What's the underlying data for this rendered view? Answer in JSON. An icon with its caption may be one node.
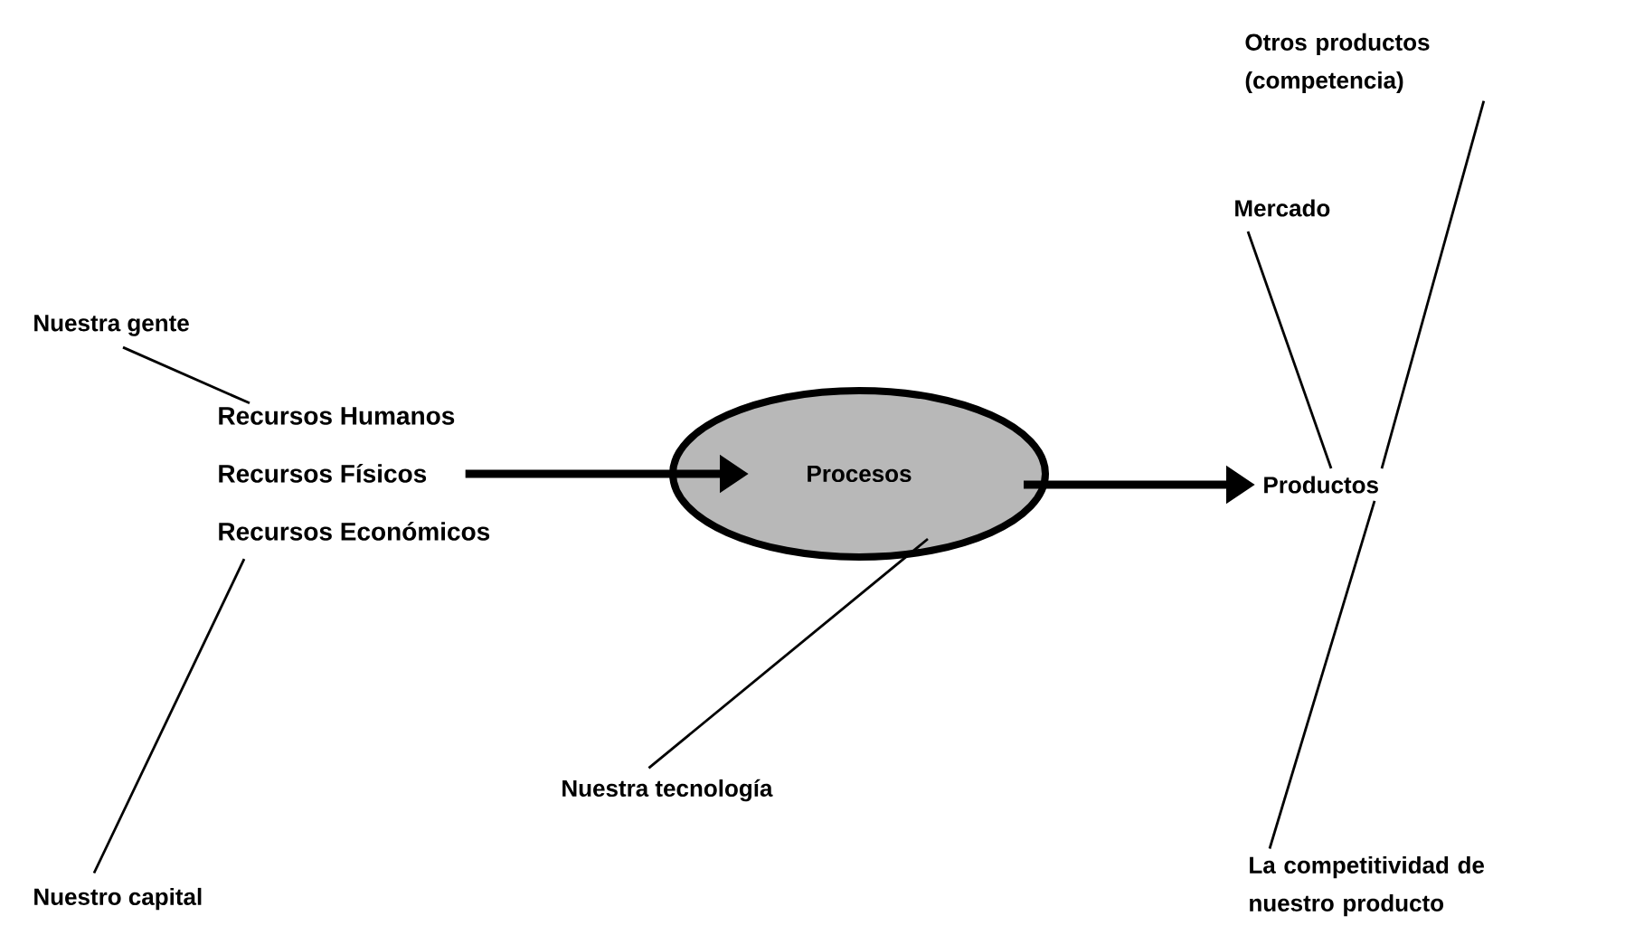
{
  "diagram": {
    "nodes": [
      {
        "text": [
          "Nuestra gente"
        ]
      },
      {
        "text": [
          "Recursos Humanos",
          "Recursos Físicos",
          "Recursos Económicos"
        ]
      },
      {
        "text": [
          "Nuestro capital"
        ]
      },
      {
        "text": [
          "Procesos"
        ]
      },
      {
        "text": [
          "Nuestra tecnología"
        ]
      },
      {
        "text": [
          "Productos"
        ]
      },
      {
        "text": [
          "Otros productos (competencia)"
        ]
      },
      {
        "text": [
          "Mercado"
        ]
      },
      {
        "text": [
          "La competitividad de nuestro producto"
        ]
      }
    ],
    "edges": [
      {
        "from": 0,
        "to": 1,
        "arrow": "none"
      },
      {
        "from": 2,
        "to": 1,
        "arrow": "none"
      },
      {
        "from": 1,
        "to": 3,
        "arrow": "to",
        "style": "thick"
      },
      {
        "from": 3,
        "to": 5,
        "arrow": "to",
        "style": "thick"
      },
      {
        "from": 4,
        "to": 3,
        "arrow": "none"
      },
      {
        "from": 7,
        "to": 5,
        "arrow": "none"
      },
      {
        "from": 6,
        "to": 5,
        "arrow": "none"
      },
      {
        "from": 8,
        "to": 5,
        "arrow": "none"
      }
    ]
  }
}
